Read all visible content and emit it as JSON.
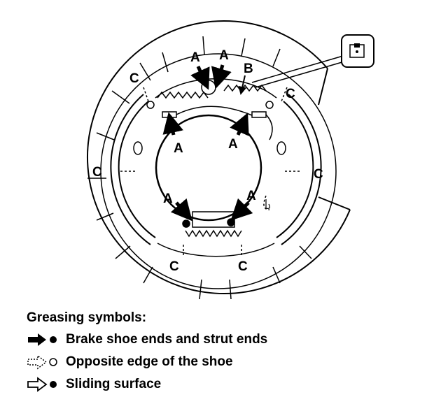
{
  "diagram": {
    "labels": {
      "a_top_left": "A",
      "a_top_right": "A",
      "b": "B",
      "a_mid_left": "A",
      "a_mid_right": "A",
      "a_low_left": "A",
      "a_low_right": "A",
      "c_top_left": "C",
      "c_top_right": "C",
      "c_mid_left": "C",
      "c_mid_right": "C",
      "c_bottom_left": "C",
      "c_bottom_right": "C"
    }
  },
  "legend": {
    "title": "Greasing symbols:",
    "items": [
      {
        "symbol": "solid-arrow-dot-icon",
        "text": "Brake shoe ends and strut ends"
      },
      {
        "symbol": "dashed-arrow-circle-icon",
        "text": "Opposite edge of the shoe"
      },
      {
        "symbol": "outline-arrow-dot-icon",
        "text": "Sliding surface"
      }
    ]
  }
}
